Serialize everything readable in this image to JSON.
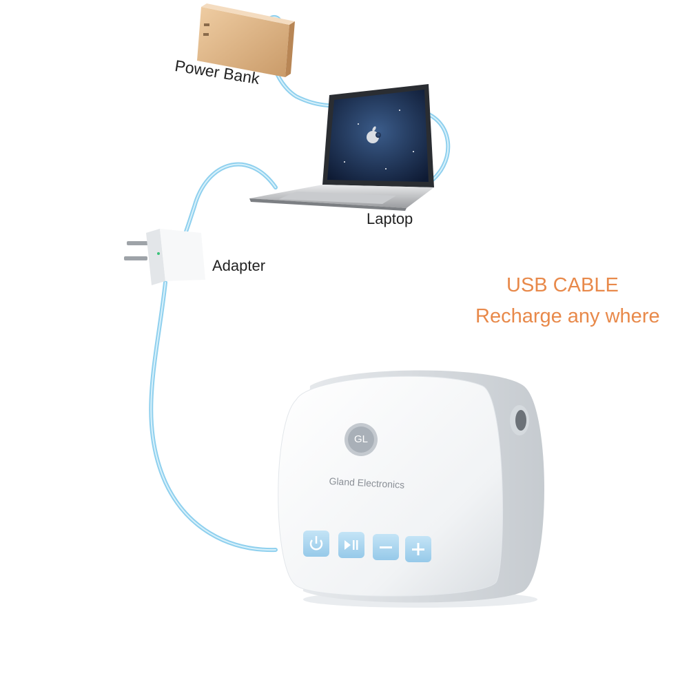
{
  "labels": {
    "power_bank": "Power Bank",
    "laptop": "Laptop",
    "adapter": "Adapter"
  },
  "headline": {
    "line1": "USB CABLE",
    "line2": "Recharge any where"
  },
  "device": {
    "brand_mark": "GL",
    "brand_name": "Gland Electronics",
    "buttons": [
      {
        "name": "power-button",
        "icon": "power-icon"
      },
      {
        "name": "play-pause-button",
        "icon": "play-pause-icon"
      },
      {
        "name": "volume-down-button",
        "icon": "minus-icon"
      },
      {
        "name": "volume-up-button",
        "icon": "plus-icon"
      }
    ]
  },
  "colors": {
    "cable": "#8fd0ee",
    "headline": "#e8894a",
    "button": "#a9d5f0",
    "power_bank": "#d9ae7e"
  }
}
